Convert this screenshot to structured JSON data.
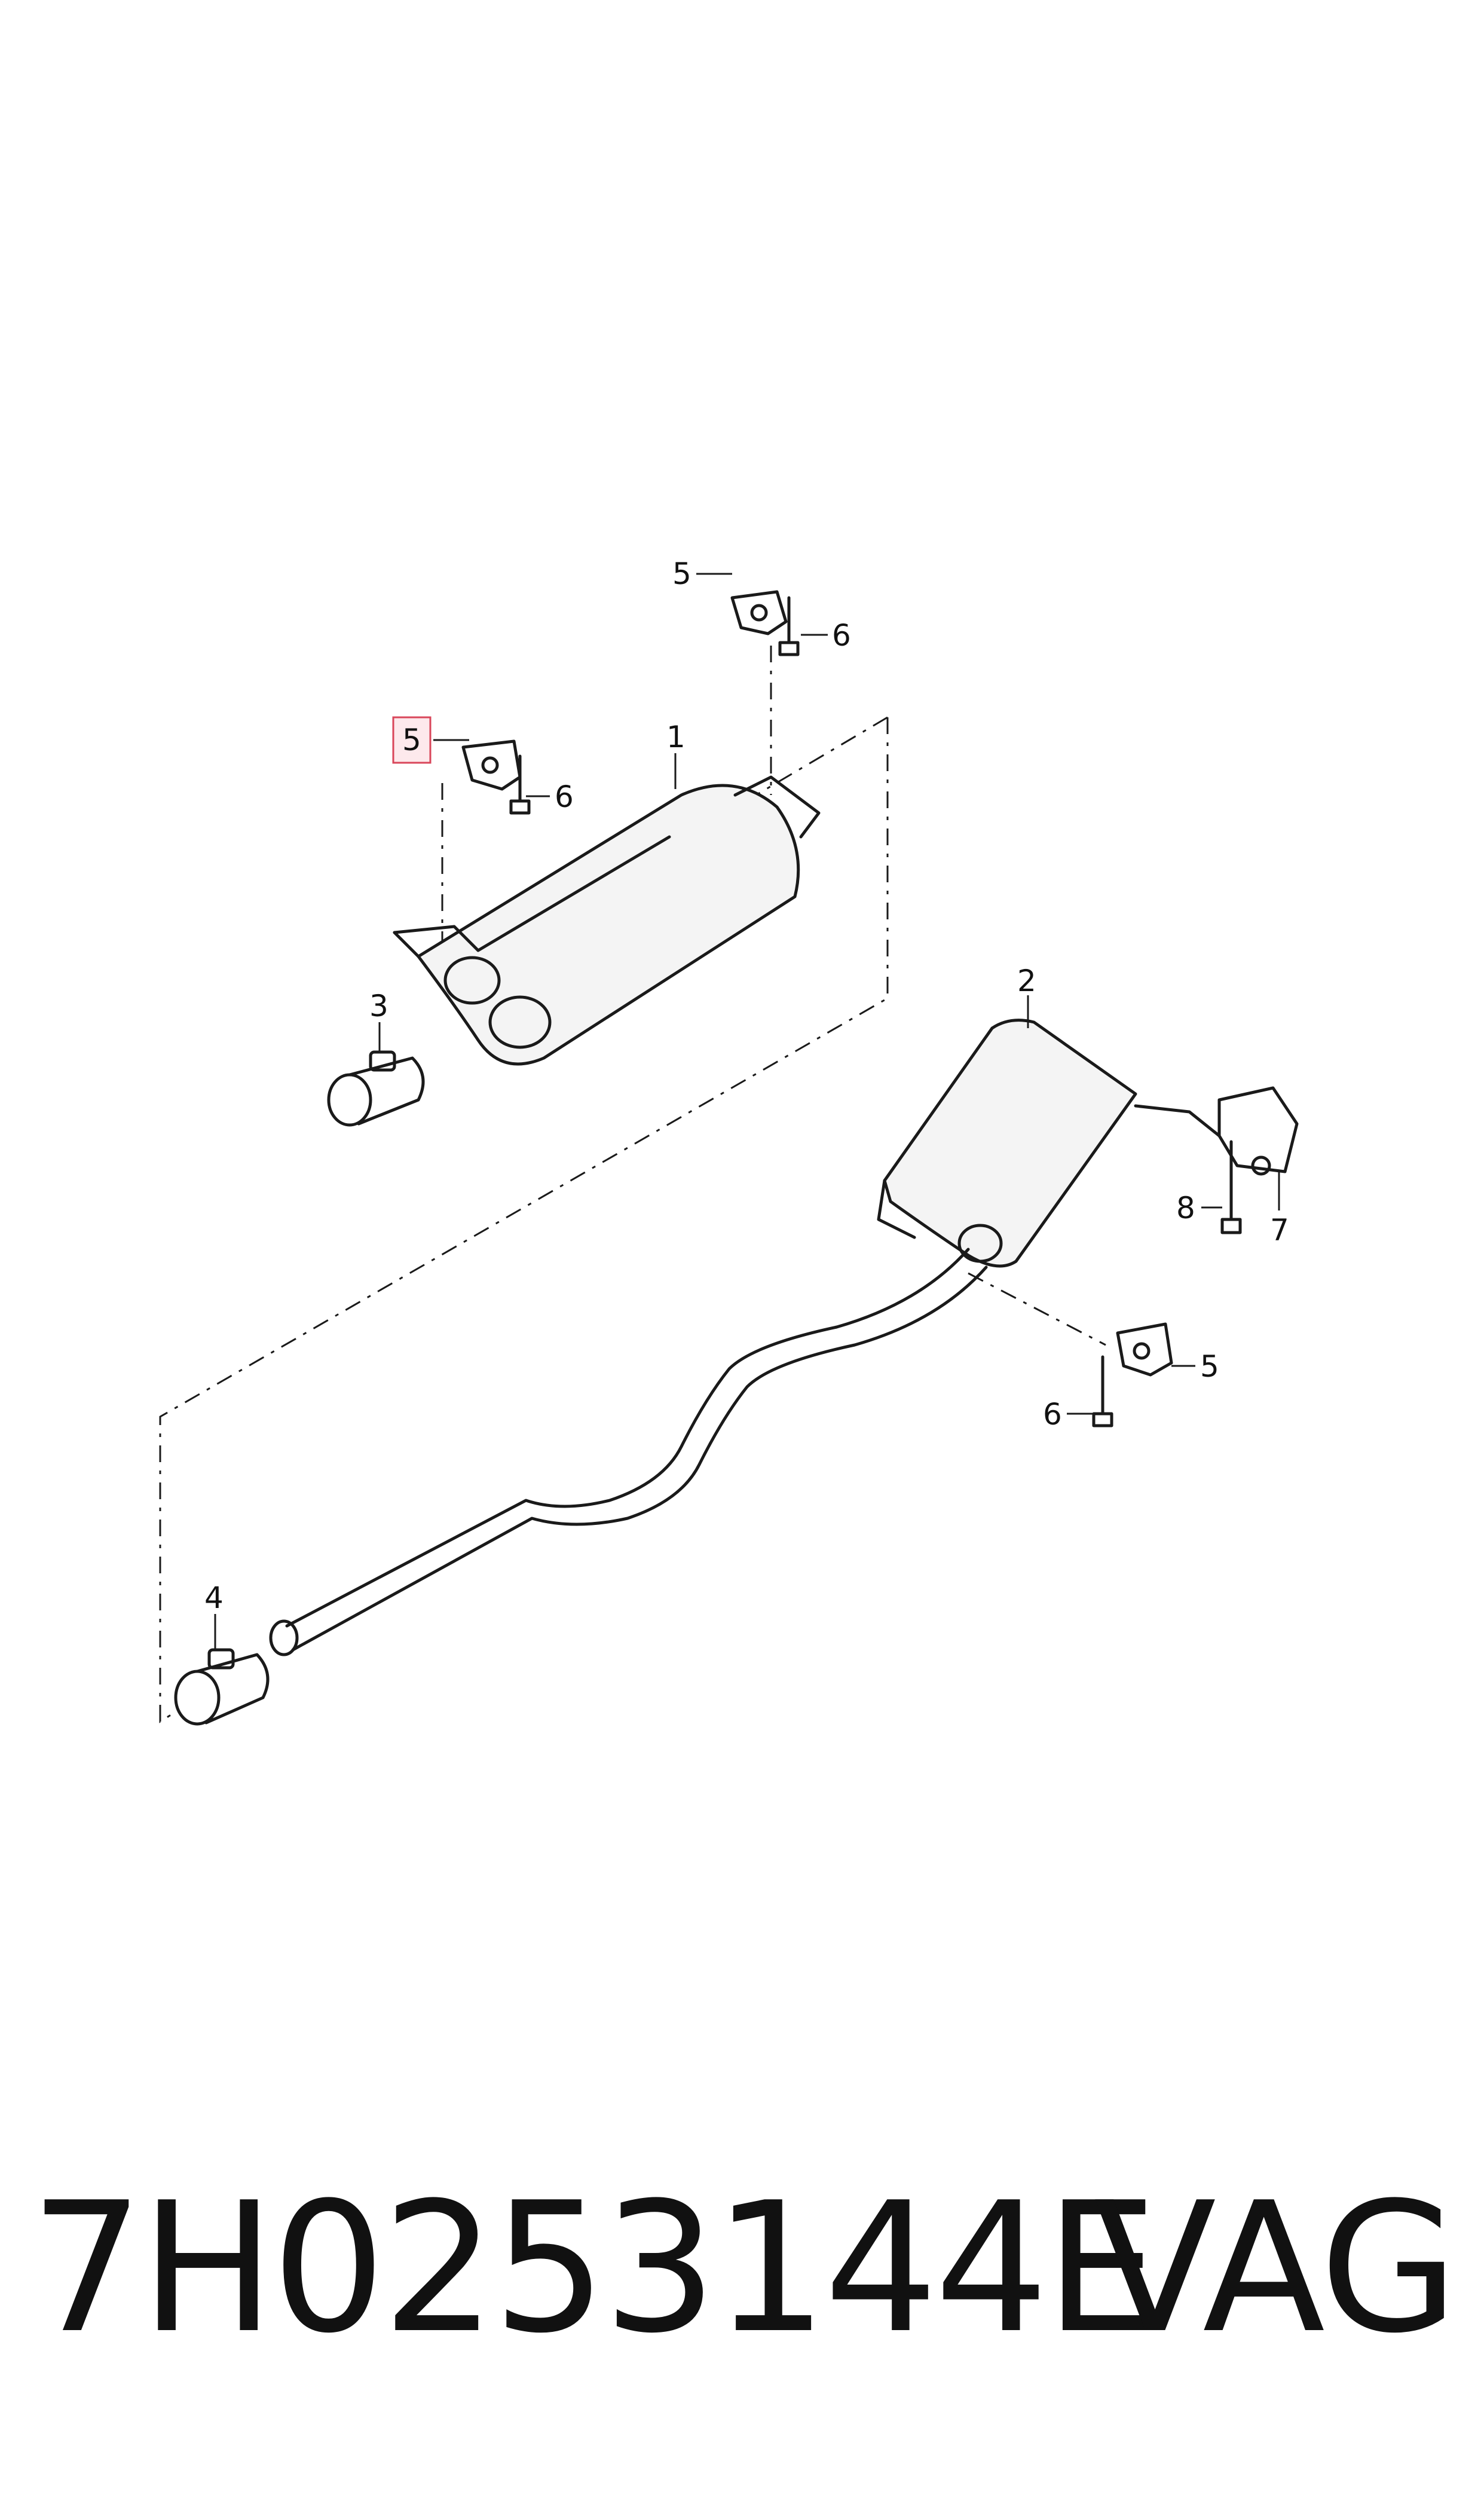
{
  "diagram": {
    "callouts": {
      "c1": "1",
      "c2": "2",
      "c3": "3",
      "c4": "4",
      "c5_top": "5",
      "c5_highlight": "5",
      "c5_lower": "5",
      "c6_top": "6",
      "c6_mid": "6",
      "c6_lower": "6",
      "c7": "7",
      "c8": "8"
    },
    "highlight_color": "#d9465a"
  },
  "footer": {
    "part_number": "7H0253144E",
    "brand": "VAG"
  }
}
